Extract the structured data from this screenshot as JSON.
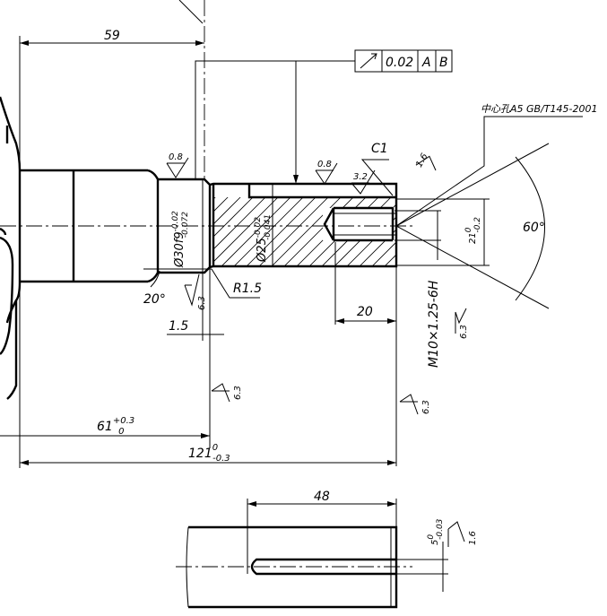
{
  "dimensions": {
    "len_59": "59",
    "len_48": "48",
    "len_20": "20",
    "len_1_5": "1.5",
    "len_61": "61",
    "len_61_tol": "+0.3",
    "len_61_tol0": "0",
    "len_121": "121",
    "len_121_up": "0",
    "len_121_low": "-0.3",
    "dia_30": "Ø30f9",
    "dia_30_up": "-0.02",
    "dia_30_low": "-0.072",
    "dia_25": "Ø25",
    "dia_25_up": "-0.02",
    "dia_25_low": "-0.041",
    "dim_21": "21",
    "dim_21_up": "0",
    "dim_21_low": "-0.2",
    "dim_5": "5",
    "dim_5_up": "0",
    "dim_5_low": "-0.03",
    "angle_60": "60°",
    "angle_20": "20°",
    "radius": "R1.5",
    "chamfer": "C1",
    "thread": "M10×1.25-6H"
  },
  "roughness": {
    "r08a": "0.8",
    "r08b": "0.8",
    "r32": "3.2",
    "r16a": "1.6",
    "r63a": "6.3",
    "r63b": "6.3",
    "r63c": "6.3",
    "r63d": "6.3",
    "r16b": "1.6"
  },
  "tolerance_frame": {
    "value": "0.02",
    "datum1": "A",
    "datum2": "B"
  },
  "center_hole_note": "中心孔A5 GB/T145-2001"
}
